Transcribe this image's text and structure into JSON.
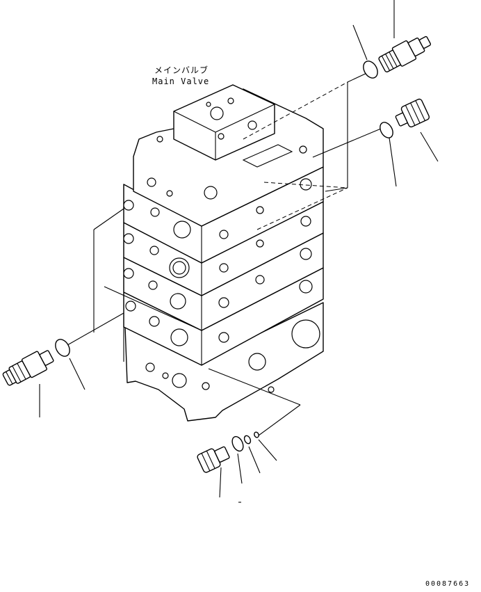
{
  "label": {
    "japanese": "メインバルブ",
    "english": "Main Valve"
  },
  "drawing_code": "00087663",
  "colors": {
    "line": "#000000",
    "background": "#ffffff"
  }
}
